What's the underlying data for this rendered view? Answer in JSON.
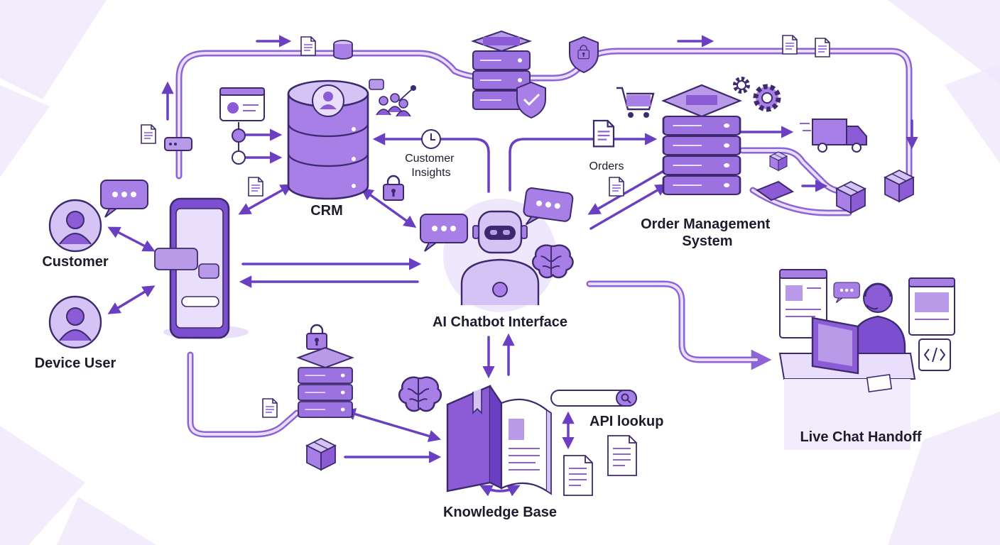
{
  "labels": {
    "crm": "CRM",
    "customer_insights_line1": "Customer",
    "customer_insights_line2": "Insights",
    "orders": "Orders",
    "oms_line1": "Order Management",
    "oms_line2": "System",
    "customer": "Customer",
    "device_user": "Device User",
    "chatbot": "AI Chatbot Interface",
    "api_lookup": "API lookup",
    "knowledge_base": "Knowledge Base",
    "live_chat": "Live Chat Handoff"
  },
  "colors": {
    "primary": "#7c4fd1",
    "light": "#e9defb",
    "mid": "#b89ae8",
    "dark": "#3d2a6e",
    "text": "#1f1b2e"
  },
  "icons": [
    "customer-avatar-icon",
    "device-user-avatar-icon",
    "smartphone-icon",
    "crm-database-icon",
    "robot-icon",
    "brain-icon",
    "server-rack-icon",
    "shield-check-icon",
    "lock-icon",
    "shopping-cart-icon",
    "gear-icon",
    "delivery-truck-icon",
    "package-box-icon",
    "book-icon",
    "search-bar-icon",
    "document-icon",
    "agent-headset-icon",
    "code-window-icon",
    "chat-bubble-icon",
    "team-network-icon",
    "profile-card-icon",
    "clock-icon",
    "router-icon"
  ]
}
